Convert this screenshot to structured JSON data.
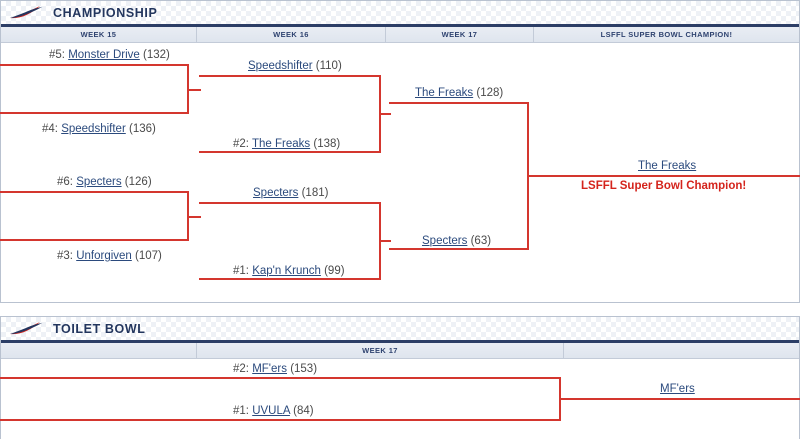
{
  "championship": {
    "title": "CHAMPIONSHIP",
    "icon": "football-swoosh-icon",
    "columns": [
      {
        "label": "WEEK 15"
      },
      {
        "label": "WEEK 16"
      },
      {
        "label": "WEEK 17"
      },
      {
        "label": "LSFFL SUPER BOWL CHAMPION!"
      }
    ],
    "round1": [
      {
        "seed": "#5:",
        "team": "Monster Drive",
        "score": "(132)"
      },
      {
        "seed": "#4:",
        "team": "Speedshifter",
        "score": "(136)"
      },
      {
        "seed": "#6:",
        "team": "Specters",
        "score": "(126)"
      },
      {
        "seed": "#3:",
        "team": "Unforgiven",
        "score": "(107)"
      }
    ],
    "round2": [
      {
        "seed": "",
        "team": "Speedshifter",
        "score": "(110)"
      },
      {
        "seed": "#2:",
        "team": "The Freaks",
        "score": "(138)"
      },
      {
        "seed": "",
        "team": "Specters",
        "score": "(181)"
      },
      {
        "seed": "#1:",
        "team": "Kap'n Krunch",
        "score": "(99)"
      }
    ],
    "round3": [
      {
        "seed": "",
        "team": "The Freaks",
        "score": "(128)"
      },
      {
        "seed": "",
        "team": "Specters",
        "score": "(63)"
      }
    ],
    "champion": {
      "team": "The Freaks",
      "label": "LSFFL Super Bowl Champion!"
    }
  },
  "toilet": {
    "title": "TOILET BOWL",
    "icon": "football-swoosh-icon",
    "columns": [
      {
        "label": ""
      },
      {
        "label": "WEEK 17"
      },
      {
        "label": ""
      }
    ],
    "round1": [
      {
        "seed": "#2:",
        "team": "MF'ers",
        "score": "(153)"
      },
      {
        "seed": "#1:",
        "team": "UVULA",
        "score": "(84)"
      }
    ],
    "winner": {
      "team": "MF'ers"
    }
  },
  "colors": {
    "bracket_line": "#d4362e",
    "champion_text": "#d4241c",
    "link": "#2b4a7d",
    "header_text": "#23365e",
    "header_rule": "#2c3e66"
  }
}
